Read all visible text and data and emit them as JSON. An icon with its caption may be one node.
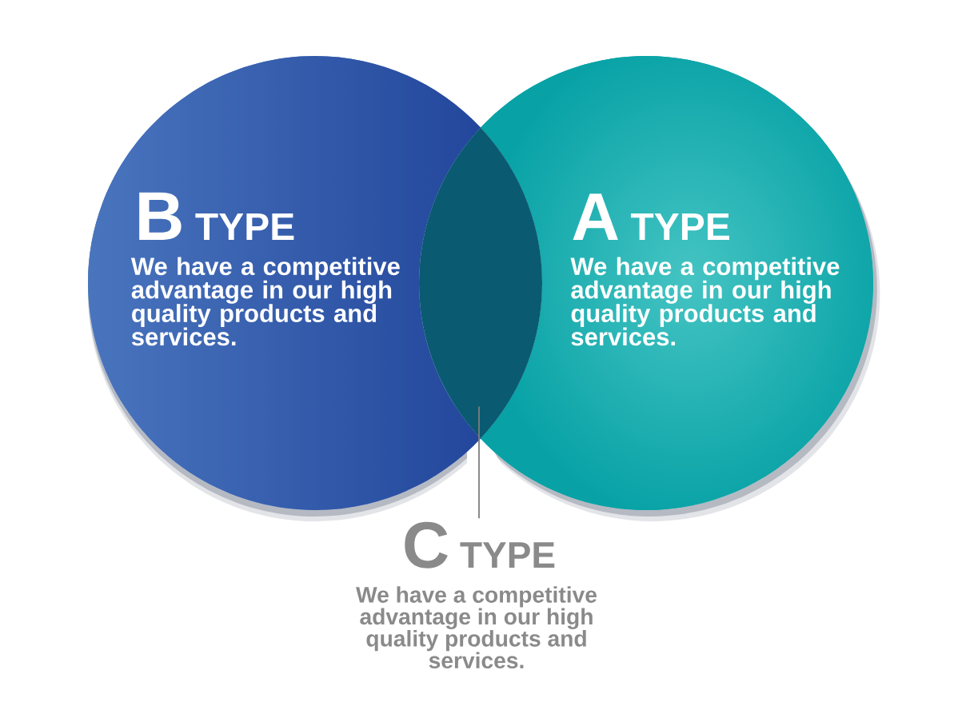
{
  "diagram": {
    "nodes": [
      {
        "text": [
          "B TYPE",
          "We have a competitive advantage in our high quality products and services."
        ]
      },
      {
        "text": [
          "A TYPE",
          "We have a competitive advantage in our high quality products and services."
        ]
      },
      {
        "text": [],
        "shape": "lens"
      },
      {
        "text": [
          "C TYPE",
          "We have a competitive advantage in our high quality products and services."
        ]
      }
    ],
    "edges": [
      {
        "from": 3,
        "to": 2,
        "arrow": "none"
      }
    ]
  }
}
